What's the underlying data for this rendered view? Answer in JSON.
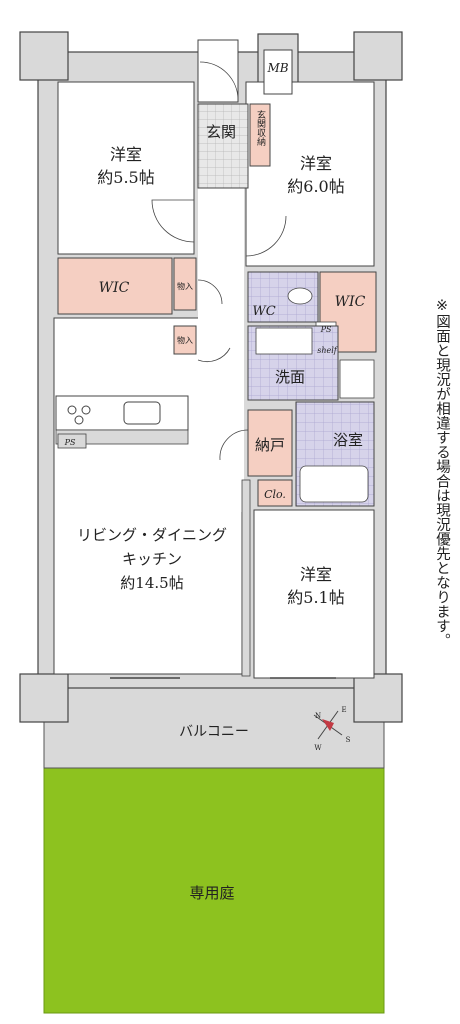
{
  "rooms": {
    "western_room_nw": {
      "name": "洋室",
      "size": "約5.5帖"
    },
    "western_room_ne": {
      "name": "洋室",
      "size": "約6.0帖"
    },
    "western_room_se": {
      "name": "洋室",
      "size": "約5.1帖"
    },
    "ldk": {
      "name_line1": "リビング・ダイニング",
      "name_line2": "キッチン",
      "size": "約14.5帖"
    },
    "entrance": "玄関",
    "entrance_storage": "玄関収納",
    "mb": "MB",
    "wic_left": "WIC",
    "wic_right": "WIC",
    "wc": "WC",
    "closet_upper": "物入",
    "closet_lower": "物入",
    "washroom": "洗面",
    "storeroom": "納戸",
    "bathroom": "浴室",
    "clo": "Clo.",
    "ps_kitchen": "PS",
    "ps_wc": "PS",
    "shelf": "shelf",
    "balcony": "バルコニー",
    "private_garden": "専用庭"
  },
  "compass": {
    "n": "N",
    "e": "E",
    "s": "S",
    "w": "W"
  },
  "note": "※図面と現況が相違する場合は現況優先となります。",
  "colors": {
    "wall": "#d9d9d9",
    "wic": "#f5cfc2",
    "wet_area": "#d6d3ea",
    "entrance_tile": "#e6e6e6",
    "balcony": "#d9d9d9",
    "garden": "#8dc21f"
  }
}
